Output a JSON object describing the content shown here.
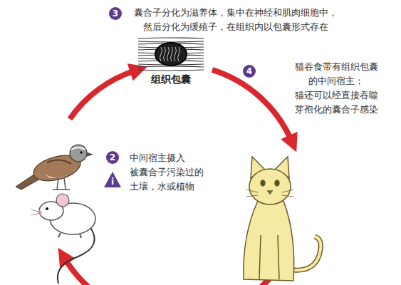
{
  "diagram": {
    "nodes": [
      {
        "text": [
          "组织包囊"
        ]
      }
    ],
    "labels": [
      "3",
      "囊合子分化为滋养体，集中在神经和肌肉细胞中， 然后分化为缓殖子，在组织内以包囊形式存在",
      "4",
      "猫吞食带有组织包囊 的中间宿主； 猫还可以经直接吞噬 芽孢化的囊合子感染",
      "2",
      "i",
      "中间宿主摄入 被囊合子污染过的 土壤，水或植物"
    ]
  }
}
